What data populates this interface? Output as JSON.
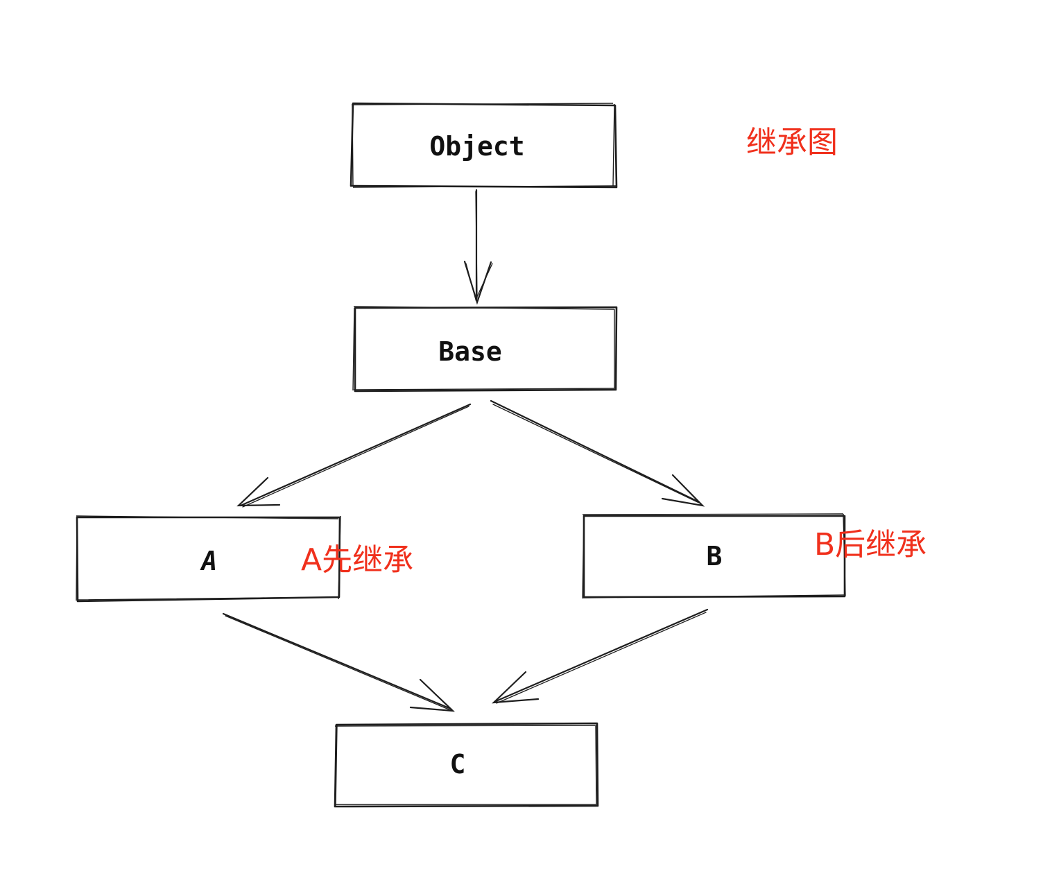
{
  "nodes": {
    "object": "Object",
    "base": "Base",
    "a": "A",
    "b": "B",
    "c": "C"
  },
  "annotations": {
    "title": "继承图",
    "a_note": "A先继承",
    "b_note": "B后继承"
  },
  "edges": [
    {
      "from": "Object",
      "to": "Base"
    },
    {
      "from": "Base",
      "to": "A"
    },
    {
      "from": "Base",
      "to": "B"
    },
    {
      "from": "A",
      "to": "C"
    },
    {
      "from": "B",
      "to": "C"
    }
  ],
  "colors": {
    "stroke": "#1e1e1e",
    "annotation": "#f0301c"
  }
}
